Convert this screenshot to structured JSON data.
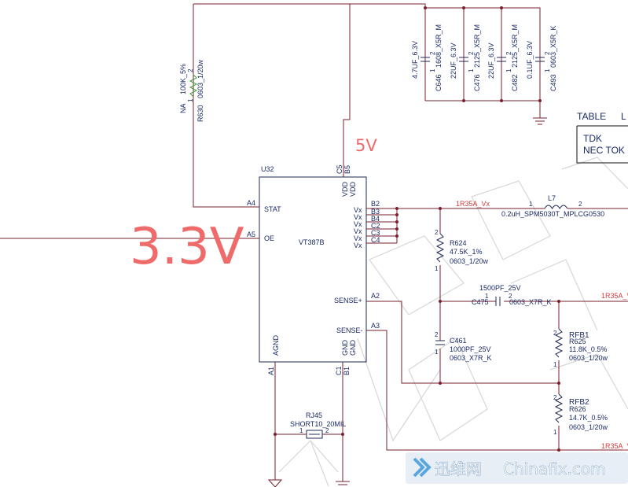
{
  "overlay": {
    "label_5v": "5V",
    "label_33v": "3.3V"
  },
  "chip": {
    "refdes": "U32",
    "part": "VT387B",
    "left_pins": [
      {
        "num": "A4",
        "name": "STAT"
      },
      {
        "num": "A5",
        "name": "OE"
      }
    ],
    "top_pins": [
      "C5",
      "B5"
    ],
    "vdd": [
      "VDD",
      "VDD"
    ],
    "vx_pins": [
      {
        "num": "B2"
      },
      {
        "num": "B3"
      },
      {
        "num": "B4"
      },
      {
        "num": "C2"
      },
      {
        "num": "C3"
      },
      {
        "num": "C4"
      }
    ],
    "vx_name": "Vx",
    "sense_plus": {
      "num": "A2",
      "name": "SENSE+"
    },
    "sense_minus": {
      "num": "A3",
      "name": "SENSE-"
    },
    "agnd": {
      "num": "A1",
      "name": "AGND"
    },
    "gnd_pins": [
      "C1",
      "B1"
    ],
    "gnd": [
      "GND",
      "GND"
    ]
  },
  "r630": {
    "refdes": "R630",
    "value": "100K_5%",
    "pkg": "0603_1/20w",
    "na": "NA",
    "p1": "1",
    "p2": "2"
  },
  "caps_top": [
    {
      "value": "4.7UF_6.3V",
      "pkg": "1608_X5R_M",
      "refdes": "C646",
      "p1": "1",
      "p2": "2"
    },
    {
      "value": "22UF_6.3V",
      "pkg": "2125_X5R_M",
      "refdes": "C476",
      "p1": "1",
      "p2": "2"
    },
    {
      "value": "22UF_6.3V",
      "pkg": "2125_X5R_M",
      "refdes": "C482",
      "p1": "1",
      "p2": "2"
    },
    {
      "value": "0.1UF_6.3V",
      "pkg": "0603_X5R_K",
      "refdes": "C493",
      "p1": "1",
      "p2": "2"
    }
  ],
  "table": {
    "title": "TABLE",
    "title_cut": "L",
    "row1": "TDK",
    "row2": "NEC  TOK"
  },
  "l7": {
    "refdes": "L7",
    "desc": "0.2uH_SPM5030T_MPLCG0530",
    "p1": "1",
    "p2": "2"
  },
  "nets": {
    "vx": "1R35A_Vx",
    "r35a_1": "1R35A_V",
    "r35a_2": "1R35A_V"
  },
  "r624": {
    "refdes": "R624",
    "value": "47.5K_1%",
    "pkg": "0603_1/20w",
    "p1": "1",
    "p2": "2"
  },
  "c475": {
    "value": "1500PF_25V",
    "refdes": "C475",
    "pkg": "0603_X7R_K",
    "p1": "1",
    "p2": "2"
  },
  "c461": {
    "refdes": "C461",
    "value": "1000PF_25V",
    "pkg": "0603_X7R_K",
    "p1": "1",
    "p2": "2"
  },
  "r625": {
    "label": "RFB1",
    "refdes": "R625",
    "value": "11.8K_0.5%",
    "pkg": "0603_1/20w",
    "p1": "1",
    "p2": "2"
  },
  "r626": {
    "label": "RFB2",
    "refdes": "R626",
    "value": "14.7K_0.5%",
    "pkg": "0603_1/20w",
    "p1": "1",
    "p2": "2"
  },
  "rj45": {
    "refdes": "RJ45",
    "desc": "SHORT10_20MIL",
    "p1": "1",
    "p2": "2"
  },
  "watermark": {
    "brand_cn": "迅维网",
    "brand_en": "Chinafix.com"
  },
  "colors": {
    "wire": "#7a1f2e",
    "text": "#1a2a66",
    "net_label": "#d23c3c",
    "overlay": "#ef6a6a"
  }
}
